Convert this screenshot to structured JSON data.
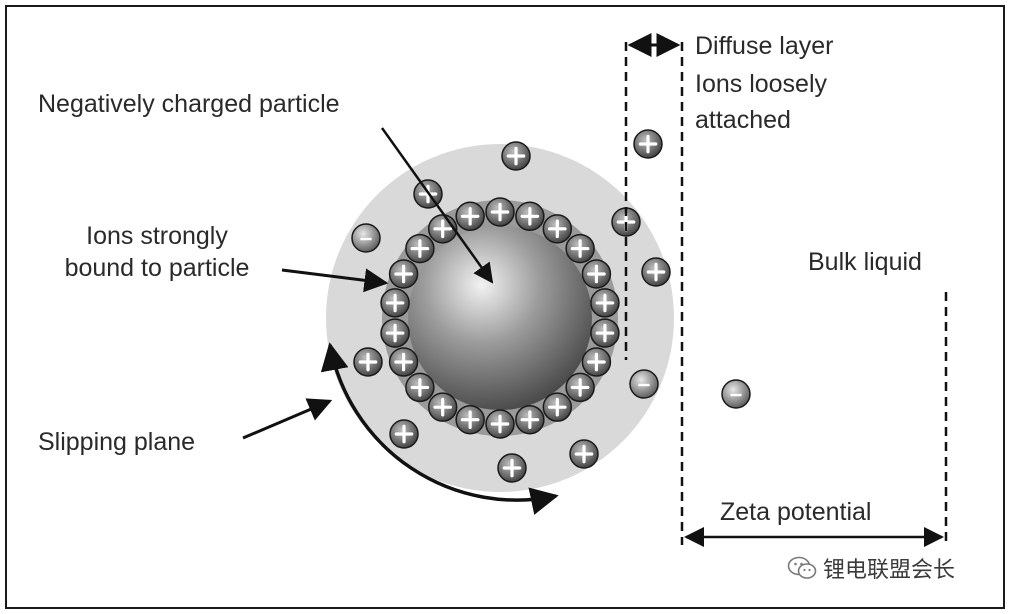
{
  "labels": {
    "negatively_charged_particle": "Negatively charged particle",
    "ions_strongly_bound_l1": "Ions strongly",
    "ions_strongly_bound_l2": "bound to particle",
    "slipping_plane": "Slipping plane",
    "diffuse_layer_l1": "Diffuse layer",
    "diffuse_layer_l2": "Ions loosely",
    "diffuse_layer_l3": "attached",
    "bulk_liquid": "Bulk liquid",
    "zeta_potential": "Zeta potential"
  },
  "watermark": {
    "text": "锂电联盟会长",
    "icon": "wechat-icon"
  },
  "colors": {
    "particle_core": "#6d6d6d",
    "stern_ring": "#9a9a9a",
    "diffuse_halo": "#d9d9d9",
    "ion_fill": "#5a5a5a",
    "stroke": "#111111"
  }
}
